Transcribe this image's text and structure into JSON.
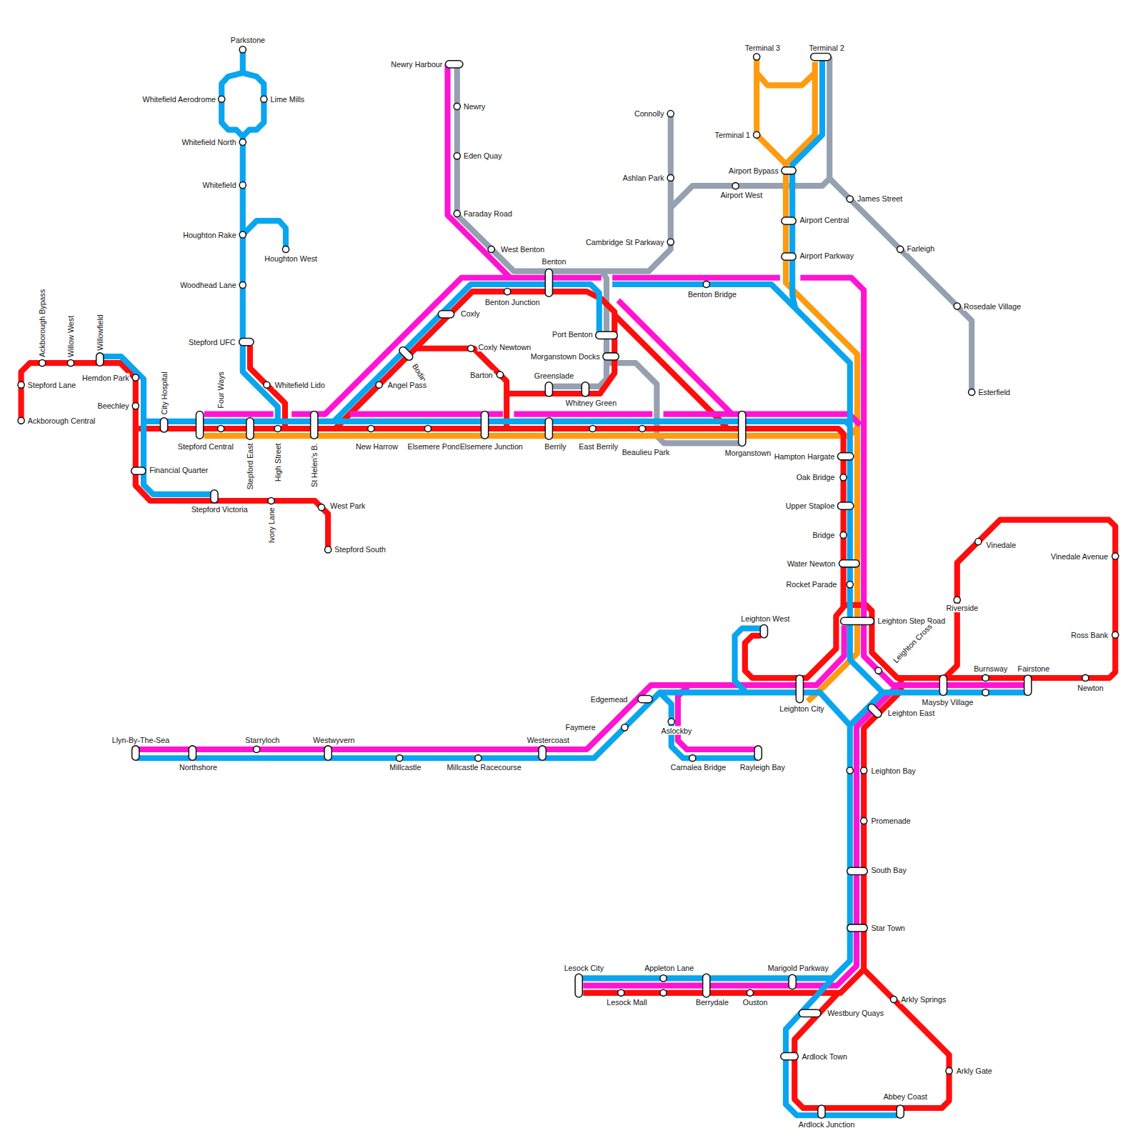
{
  "diagram": {
    "labels": [
      "Parkstone",
      "Whitefield Aerodrome",
      "Lime Mills",
      "Whitefield North",
      "Whitefield",
      "Houghton Rake",
      "Houghton West",
      "Woodhead Lane",
      "Stepford UFC",
      "Whitefield Lido",
      "Ackborough Bypass",
      "Willow West",
      "Willowfield",
      "Stepford Lane",
      "Ackborough Central",
      "Hemdon Park",
      "Beechley",
      "City Hospital",
      "Four Ways",
      "Stepford Central",
      "Stepford East",
      "High Street",
      "St Helen's B.",
      "Financial Quarter",
      "Stepford Victoria",
      "Ivory Lane",
      "West Park",
      "Stepford South",
      "Newry Harbour",
      "Newry",
      "Eden Quay",
      "Faraday Road",
      "West Benton",
      "Benton",
      "Benton Junction",
      "Coxly",
      "Coxly Newtown",
      "Bodin",
      "Angel Pass",
      "Barton",
      "Greenslade",
      "Whitney Green",
      "Port Benton",
      "Morganstown Docks",
      "New Harrow",
      "Elsemere Pond",
      "Elsemere Junction",
      "Berrily",
      "East Berrily",
      "Beaulieu Park",
      "Morganstown",
      "Benton Bridge",
      "Connolly",
      "Ashlan Park",
      "Cambridge St Parkway",
      "Airport West",
      "Terminal 3",
      "Terminal 2",
      "Terminal 1",
      "Airport Bypass",
      "Airport Central",
      "Airport Parkway",
      "James Street",
      "Farleigh",
      "Rosedale Village",
      "Esterfield",
      "Hampton Hargate",
      "Oak Bridge",
      "Upper Staploe",
      "Bridge",
      "Water Newton",
      "Rocket Parade",
      "Leighton Step Road",
      "Leighton West",
      "Leighton Cross",
      "Leighton City",
      "Leighton East",
      "Maysby Village",
      "Burnsway",
      "Fairstone",
      "Newton",
      "Vinedale",
      "Vinedale Avenue",
      "Riverside",
      "Ross Bank",
      "Edgemead",
      "Faymere",
      "Aslockby",
      "Carnalea Bridge",
      "Rayleigh Bay",
      "Llyn-By-The-Sea",
      "Northshore",
      "Starryloch",
      "Westwyvern",
      "Millcastle",
      "Millcastle Racecourse",
      "Westercoast",
      "Leighton Bay",
      "Promenade",
      "South Bay",
      "Star Town",
      "Lesock City",
      "Appleton Lane",
      "Marigold Parkway",
      "Lesock Mall",
      "Berrydale",
      "Ouston",
      "Westbury Quays",
      "Arkly Springs",
      "Arkly Gate",
      "Ardlock Town",
      "Abbey Coast",
      "Ardlock Junction"
    ]
  }
}
